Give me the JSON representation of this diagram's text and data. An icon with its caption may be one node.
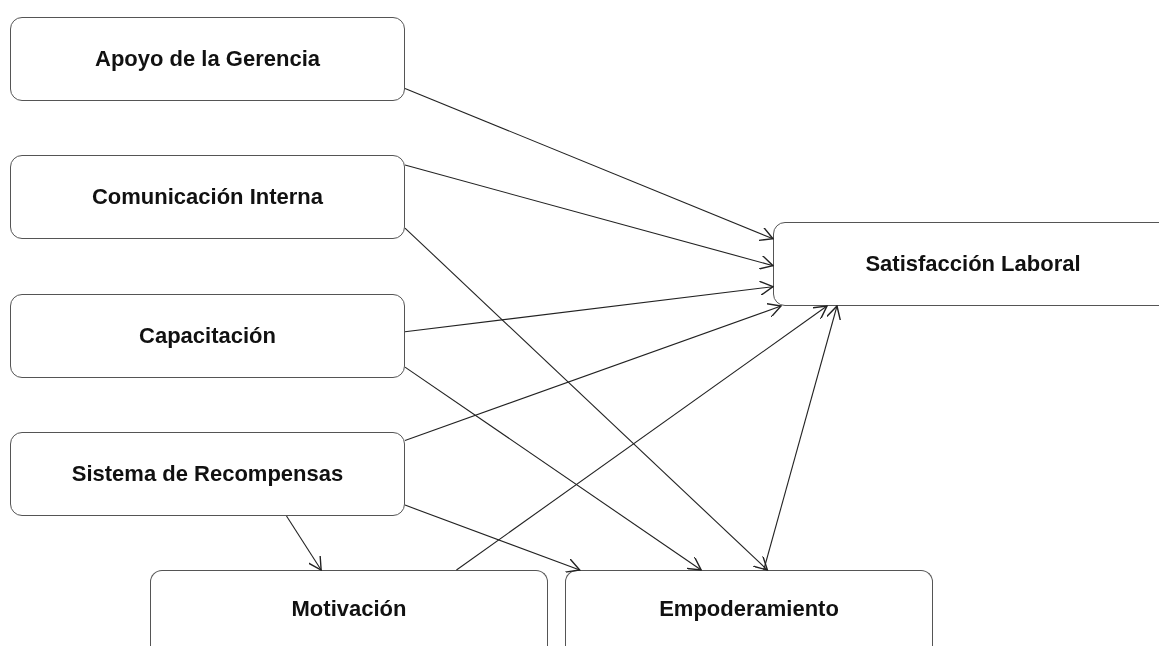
{
  "diagram": {
    "nodes": [
      {
        "text": [
          "Apoyo de la Gerencia"
        ]
      },
      {
        "text": [
          "Comunicación Interna"
        ]
      },
      {
        "text": [
          "Capacitación"
        ]
      },
      {
        "text": [
          "Sistema de Recompensas"
        ]
      },
      {
        "text": [
          "Motivación"
        ]
      },
      {
        "text": [
          "Empoderamiento"
        ]
      },
      {
        "text": [
          "Satisfacción Laboral"
        ]
      }
    ],
    "edges": [
      {
        "from": 0,
        "to": 6,
        "arrow": "to"
      },
      {
        "from": 1,
        "to": 6,
        "arrow": "to"
      },
      {
        "from": 1,
        "to": 5,
        "arrow": "to"
      },
      {
        "from": 2,
        "to": 6,
        "arrow": "to"
      },
      {
        "from": 2,
        "to": 5,
        "arrow": "to"
      },
      {
        "from": 3,
        "to": 6,
        "arrow": "to"
      },
      {
        "from": 3,
        "to": 4,
        "arrow": "to"
      },
      {
        "from": 3,
        "to": 5,
        "arrow": "to"
      },
      {
        "from": 4,
        "to": 6,
        "arrow": "to"
      },
      {
        "from": 5,
        "to": 6,
        "arrow": "to"
      }
    ]
  }
}
